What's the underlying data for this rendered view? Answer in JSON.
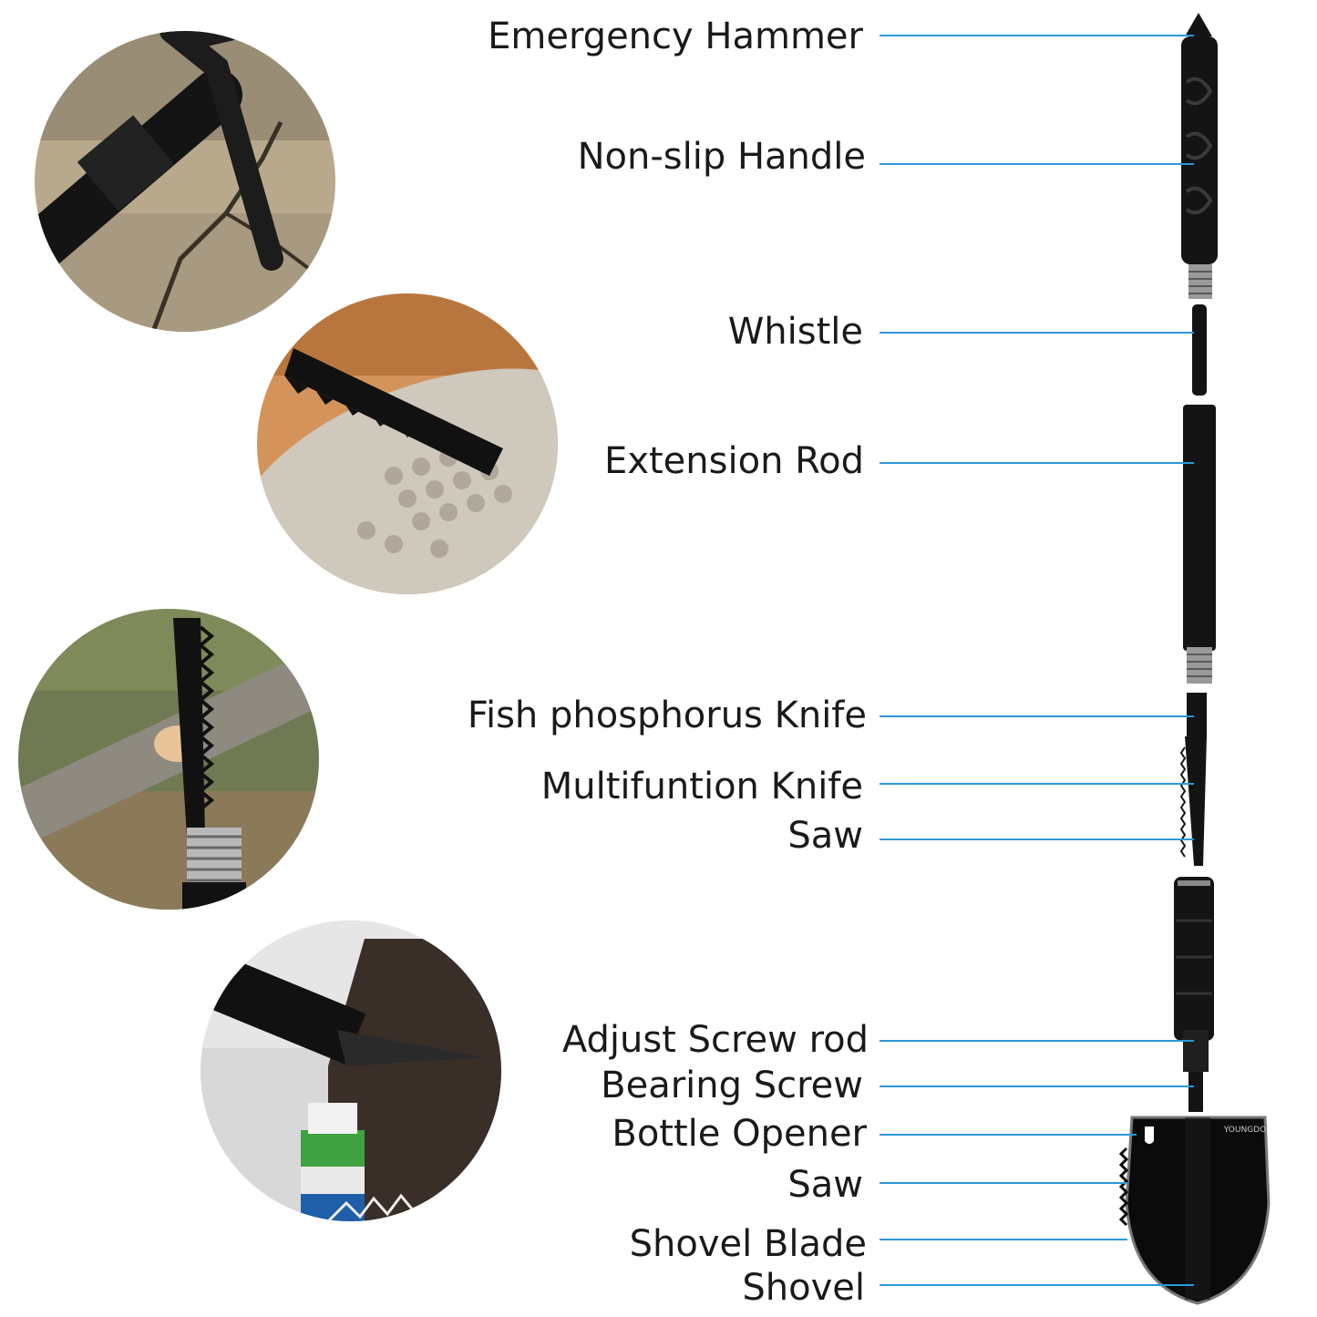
{
  "labels": [
    "Emergency Hammer",
    "Non-slip Handle",
    "Whistle",
    "Extension Rod",
    "Fish phosphorus Knife",
    "Multifuntion Knife",
    "Saw",
    "Adjust Screw rod",
    "Bearing Screw",
    "Bottle Opener",
    "Saw",
    "Shovel Blade",
    "Shovel"
  ],
  "brand_mark": "YOUNGDO",
  "colors": {
    "leader": "#2e97d8",
    "text": "#1a1a1a",
    "tool": "#141414"
  },
  "photos": [
    {
      "icon": "pickaxe-on-rock-photo"
    },
    {
      "icon": "saw-scaling-fish-photo"
    },
    {
      "icon": "saw-cutting-branch-photo"
    },
    {
      "icon": "bottle-opener-photo"
    }
  ]
}
